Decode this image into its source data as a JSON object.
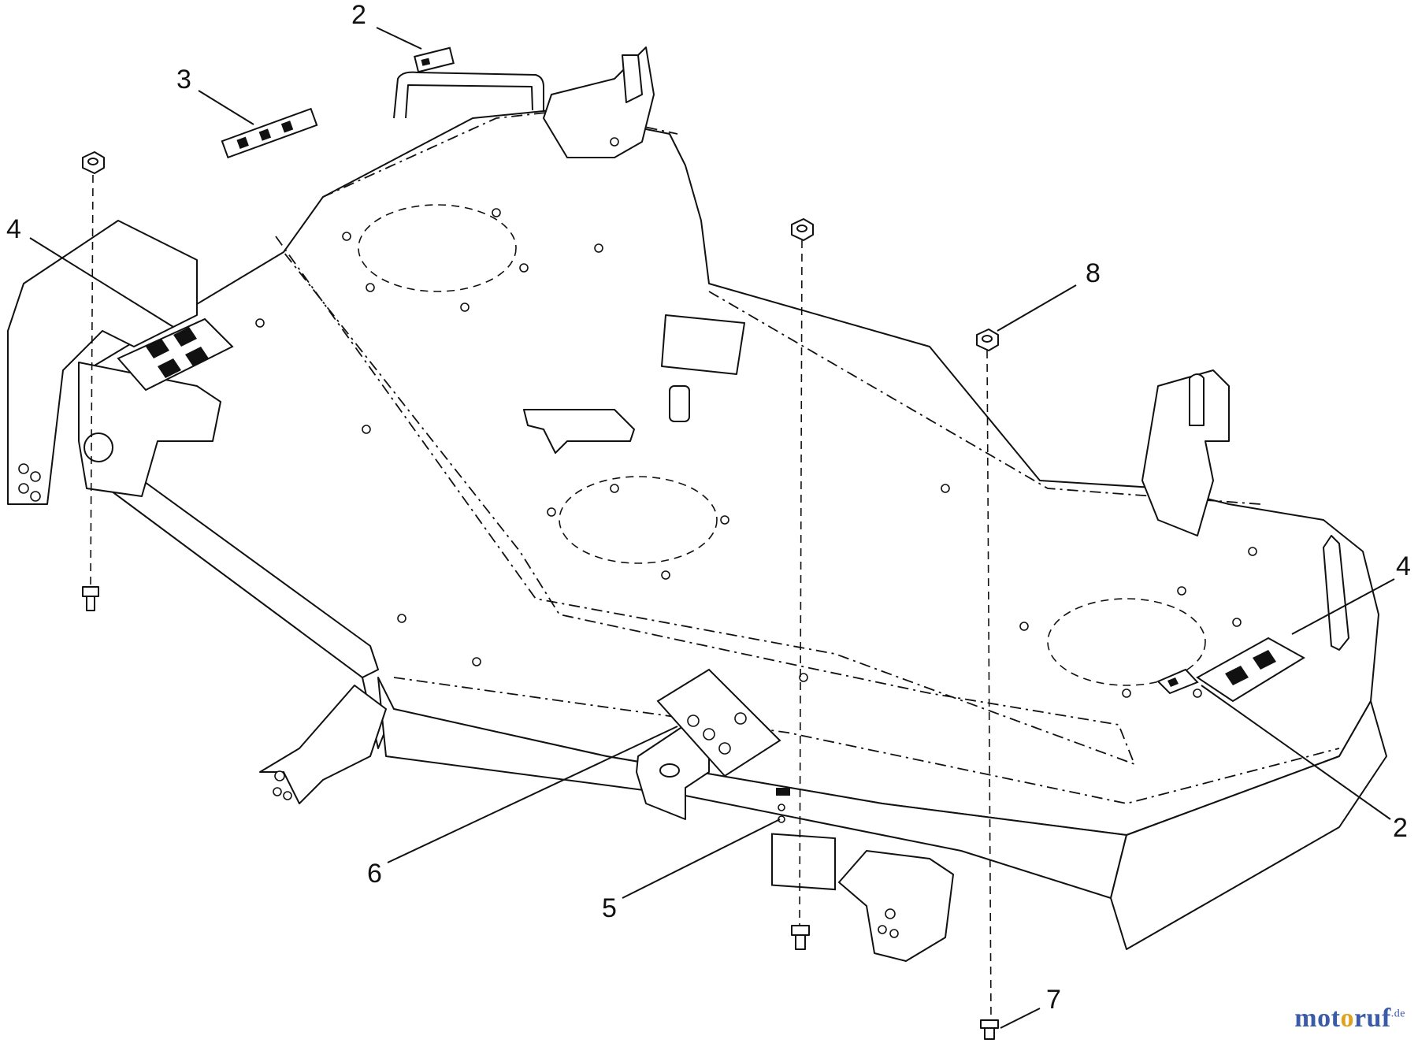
{
  "callouts": [
    {
      "id": "c2a",
      "label": "2"
    },
    {
      "id": "c3",
      "label": "3"
    },
    {
      "id": "c4a",
      "label": "4"
    },
    {
      "id": "c8",
      "label": "8"
    },
    {
      "id": "c4b",
      "label": "4"
    },
    {
      "id": "c2b",
      "label": "2"
    },
    {
      "id": "c6",
      "label": "6"
    },
    {
      "id": "c5",
      "label": "5"
    },
    {
      "id": "c7",
      "label": "7"
    }
  ],
  "watermark": {
    "part1": "mot",
    "part2": "o",
    "part3": "ruf",
    "tld": ".de"
  }
}
